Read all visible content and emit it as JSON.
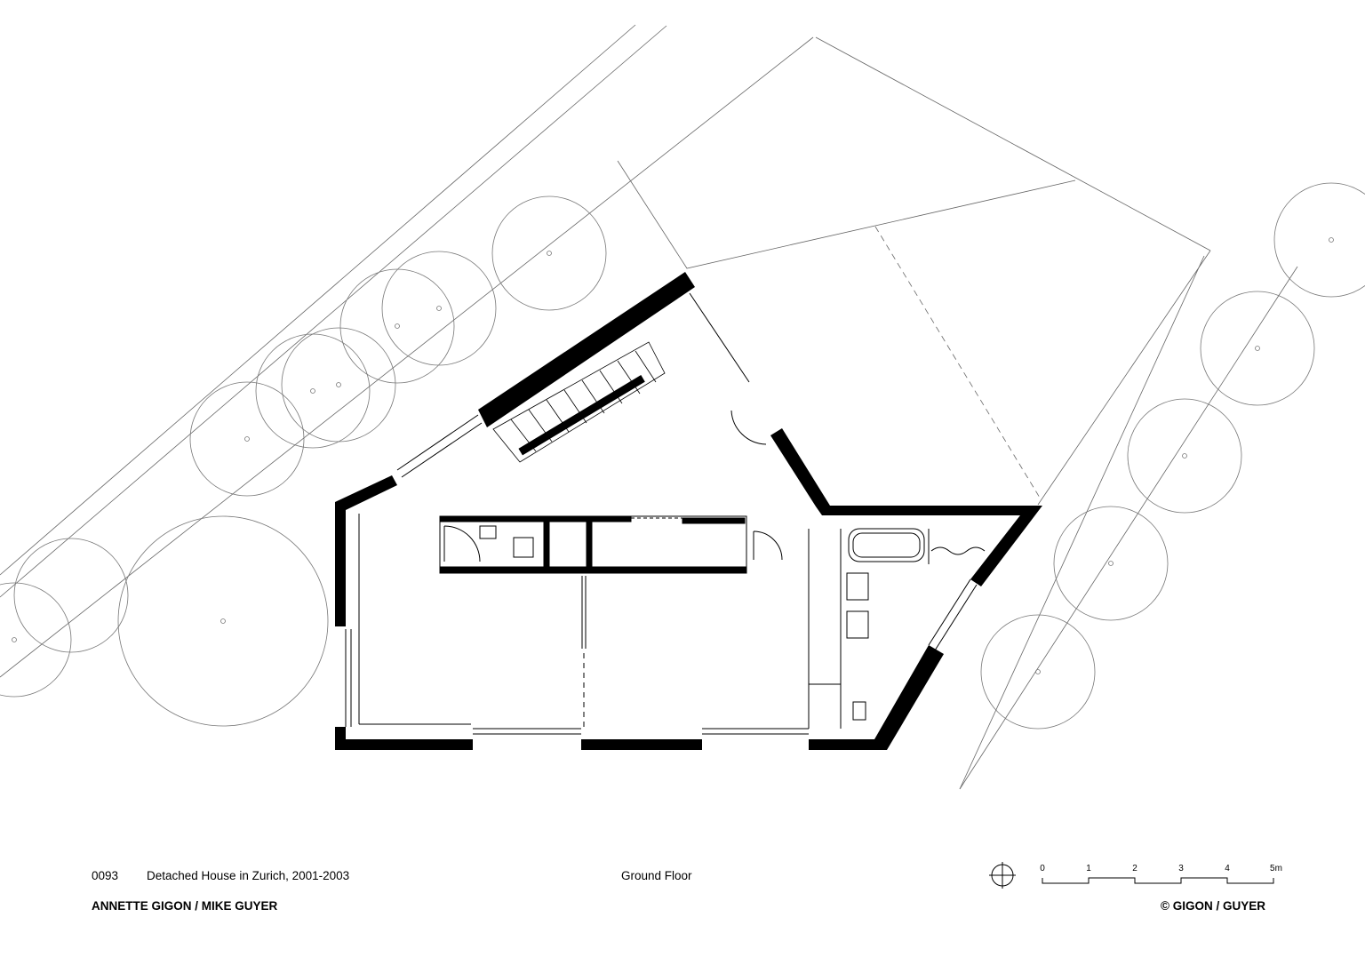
{
  "project": {
    "number": "0093",
    "title": "Detached House in Zurich, 2001-2003",
    "architects": "ANNETTE GIGON / MIKE GUYER"
  },
  "drawing": {
    "view": "Ground Floor",
    "copyright": "© GIGON / GUYER",
    "north_arrow_icon": "north-arrow-icon"
  },
  "scale_bar": {
    "labels": [
      "0",
      "1",
      "2",
      "3",
      "4",
      "5m"
    ]
  },
  "colors": {
    "ink": "#000000",
    "line": "#555555",
    "background": "#ffffff"
  }
}
